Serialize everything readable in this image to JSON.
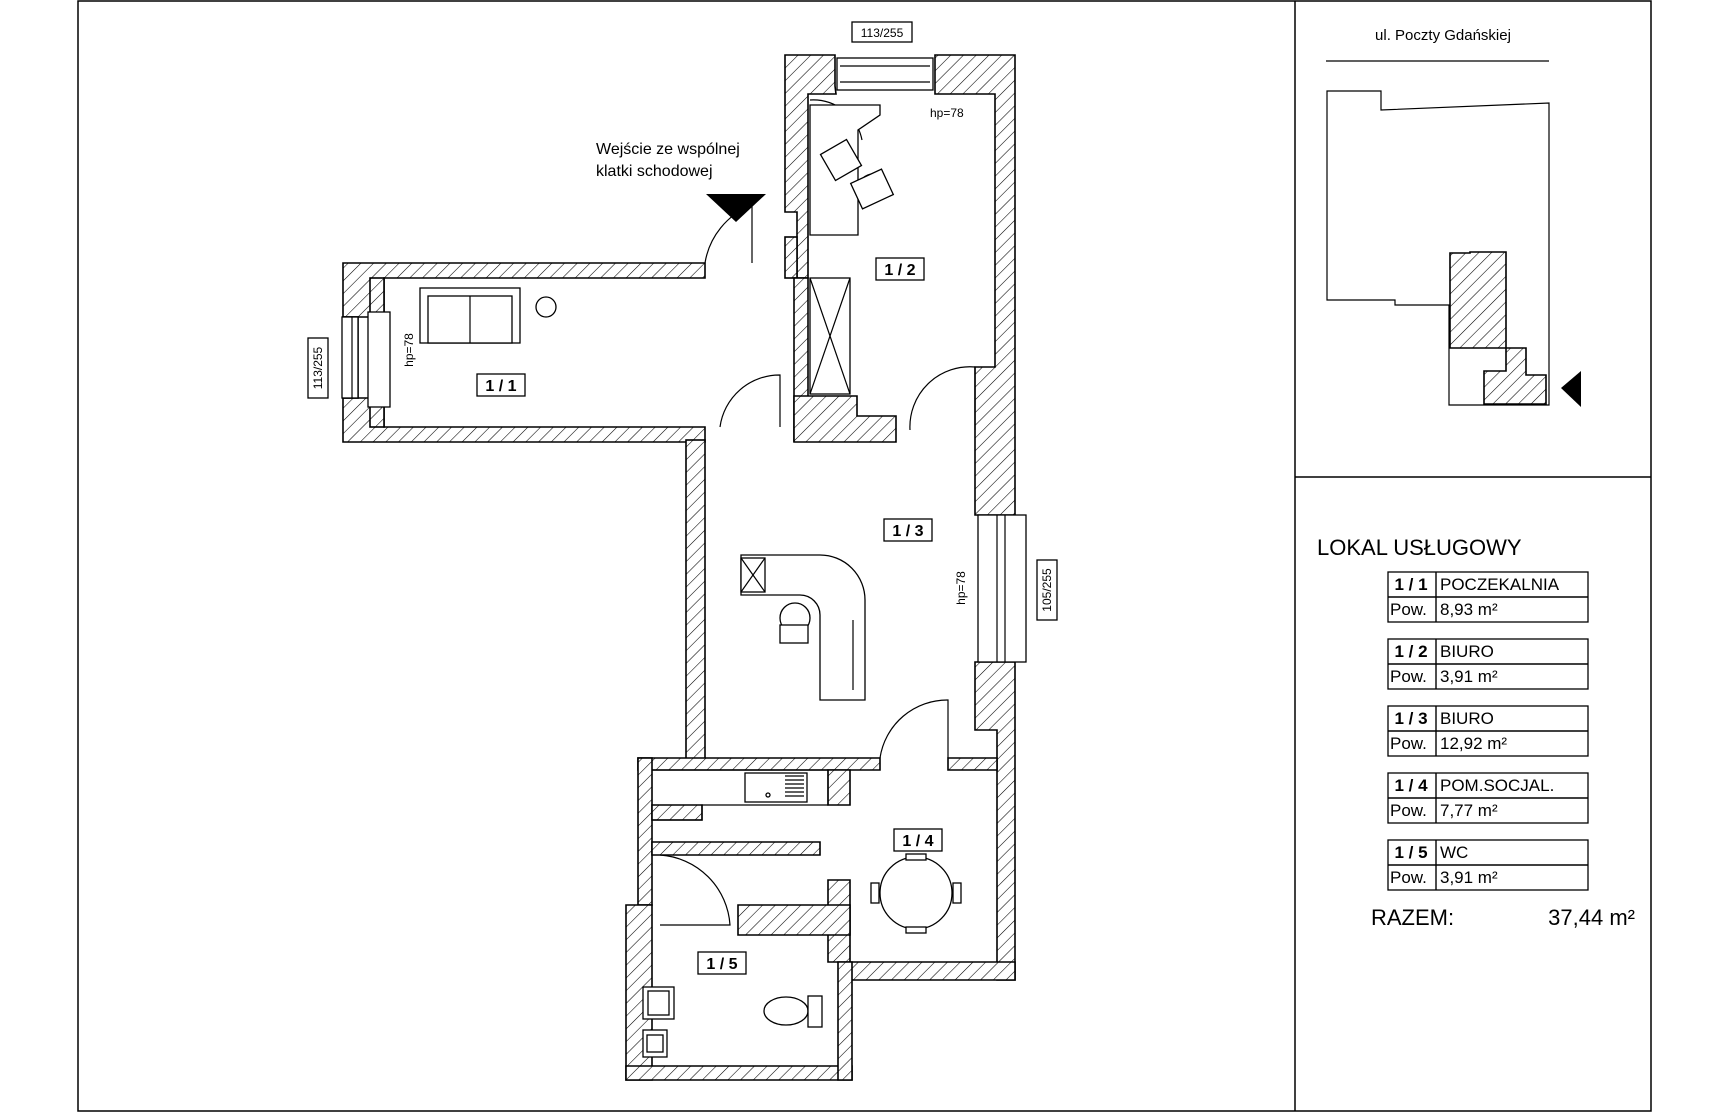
{
  "street": "ul. Poczty Gdańskiej",
  "entrance": {
    "line1": "Wejście ze wspólnej",
    "line2": "klatki schodowej"
  },
  "windows": {
    "top": "113/255",
    "left": "113/255",
    "right": "105/255"
  },
  "sill_heights": {
    "room_1_1": "hp=78",
    "room_1_2": "hp=78",
    "room_1_3": "hp=78"
  },
  "room_labels": [
    "1 / 1",
    "1 / 2",
    "1 / 3",
    "1 / 4",
    "1 / 5"
  ],
  "legend": {
    "title": "LOKAL USŁUGOWY",
    "area_prefix": "Pow.",
    "rows": [
      {
        "id": "1 / 1",
        "name": "POCZEKALNIA",
        "area": "8,93 m²"
      },
      {
        "id": "1 / 2",
        "name": "BIURO",
        "area": "3,91 m²"
      },
      {
        "id": "1 / 3",
        "name": "BIURO",
        "area": "12,92 m²"
      },
      {
        "id": "1 / 4",
        "name": "POM.SOCJAL.",
        "area": "7,77 m²"
      },
      {
        "id": "1 / 5",
        "name": "WC",
        "area": "3,91 m²"
      }
    ],
    "total_label": "RAZEM:",
    "total_value": "37,44 m²"
  },
  "icons": [
    "entrance-arrow-icon",
    "location-arrow-icon",
    "sofa-icon",
    "desk-icon",
    "chair-icon",
    "sink-icon",
    "toilet-icon",
    "table-icon"
  ]
}
